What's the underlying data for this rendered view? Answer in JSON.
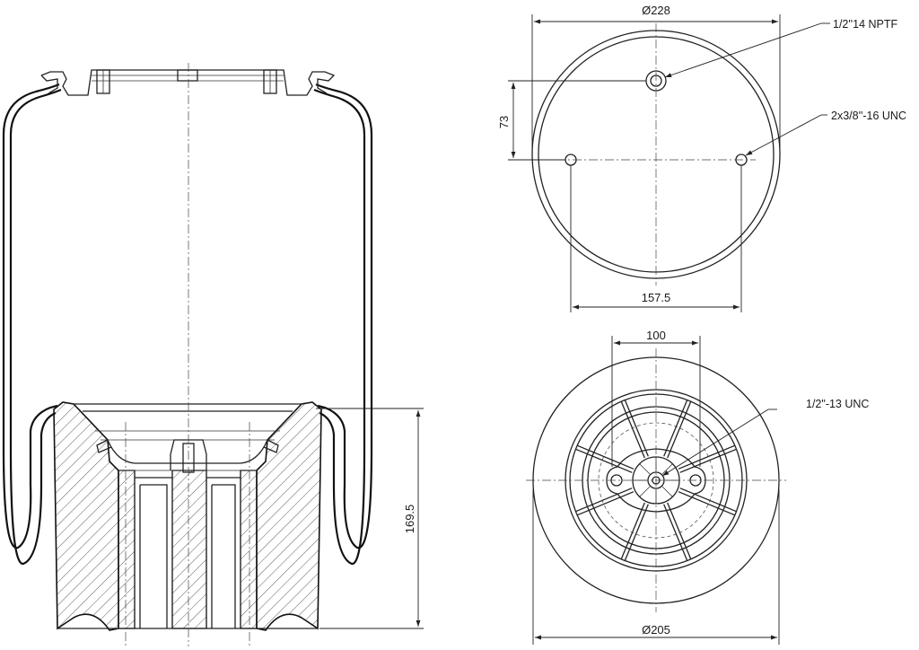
{
  "dimensions": {
    "top_diameter": "Ø228",
    "top_offset": "73",
    "bolt_spacing_top": "157.5",
    "bottom_spacing": "100",
    "bottom_diameter": "Ø205",
    "height": "169.5"
  },
  "callouts": {
    "air_fitting": "1/2''14 NPTF",
    "top_studs": "2x3/8''-16 UNC",
    "bottom_bolt": "1/2\"-13 UNC"
  }
}
